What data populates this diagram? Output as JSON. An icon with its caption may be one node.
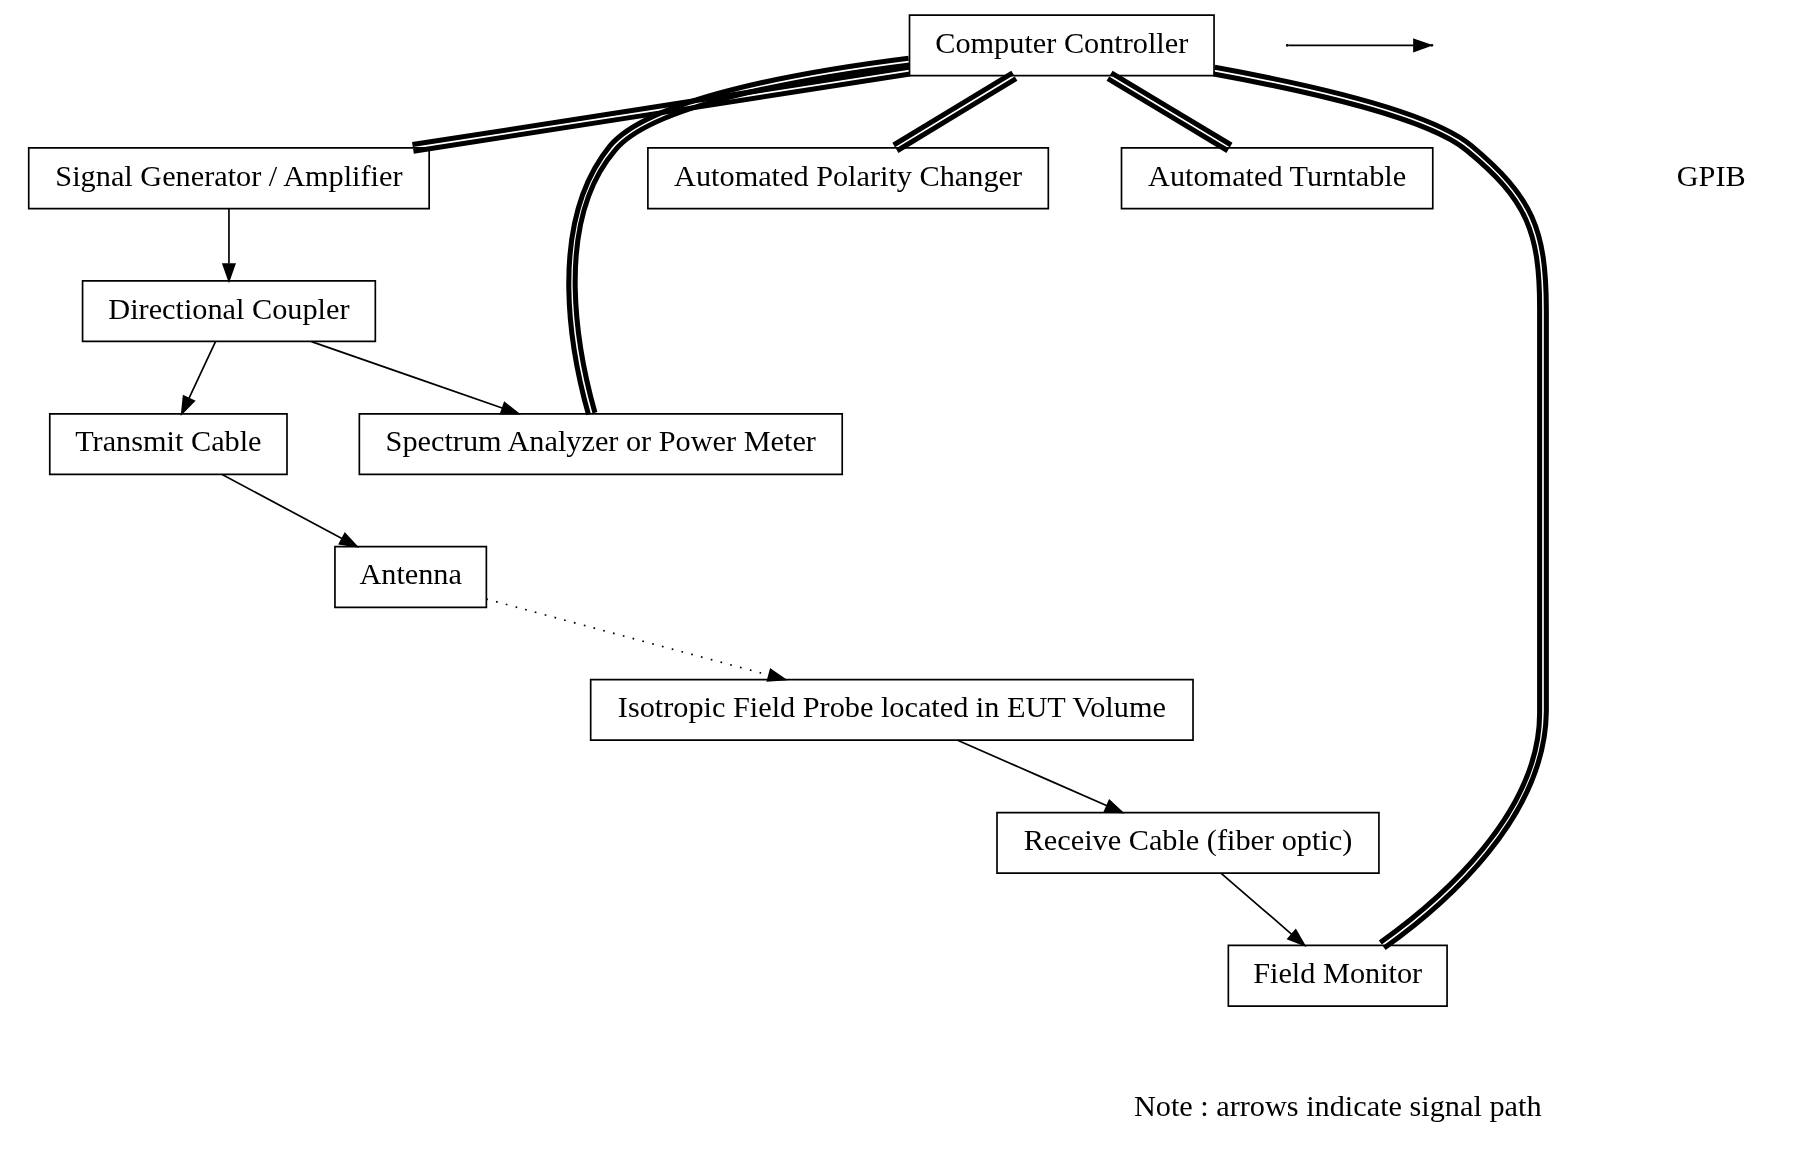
{
  "diagram": {
    "nodes": [
      {
        "text": [
          "Signal Generator / Amplifier"
        ]
      },
      {
        "text": [
          "Directional Coupler"
        ]
      },
      {
        "text": [
          "Transmit Cable"
        ]
      },
      {
        "text": [
          "Antenna"
        ]
      },
      {
        "text": [
          "Spectrum Analyzer or Power Meter"
        ]
      },
      {
        "text": [
          "Automated Polarity Changer"
        ]
      },
      {
        "text": [
          "Isotropic Field Probe located in EUT Volume"
        ]
      },
      {
        "text": [
          "Automated Turntable"
        ]
      },
      {
        "text": [
          "Computer Controller"
        ]
      },
      {
        "text": [
          "Field Monitor"
        ]
      },
      {
        "text": [
          "Receive Cable (fiber optic)"
        ]
      }
    ],
    "edges": [
      {
        "from": 0,
        "to": 1,
        "arrow": "to"
      },
      {
        "from": 1,
        "to": 2,
        "arrow": "to"
      },
      {
        "from": 2,
        "to": 3,
        "arrow": "to"
      },
      {
        "from": 1,
        "to": 4,
        "arrow": "to"
      },
      {
        "from": 3,
        "to": 6,
        "arrow": "to",
        "style": "dashed"
      },
      {
        "from": 6,
        "to": 10,
        "arrow": "to"
      },
      {
        "from": 10,
        "to": 9,
        "arrow": "to"
      },
      {
        "from": 8,
        "to": 0,
        "arrow": "none",
        "style": "thick"
      },
      {
        "from": 8,
        "to": 4,
        "arrow": "none",
        "style": "thick"
      },
      {
        "from": 8,
        "to": 9,
        "arrow": "none",
        "style": "thick"
      },
      {
        "from": 8,
        "to": 5,
        "arrow": "none",
        "style": "thick"
      },
      {
        "from": 8,
        "to": 7,
        "arrow": "none",
        "style": "thick"
      }
    ],
    "labels": [
      "GPIB"
    ],
    "legend": [
      {
        "text": "Note : arrows indicate signal path"
      }
    ]
  }
}
